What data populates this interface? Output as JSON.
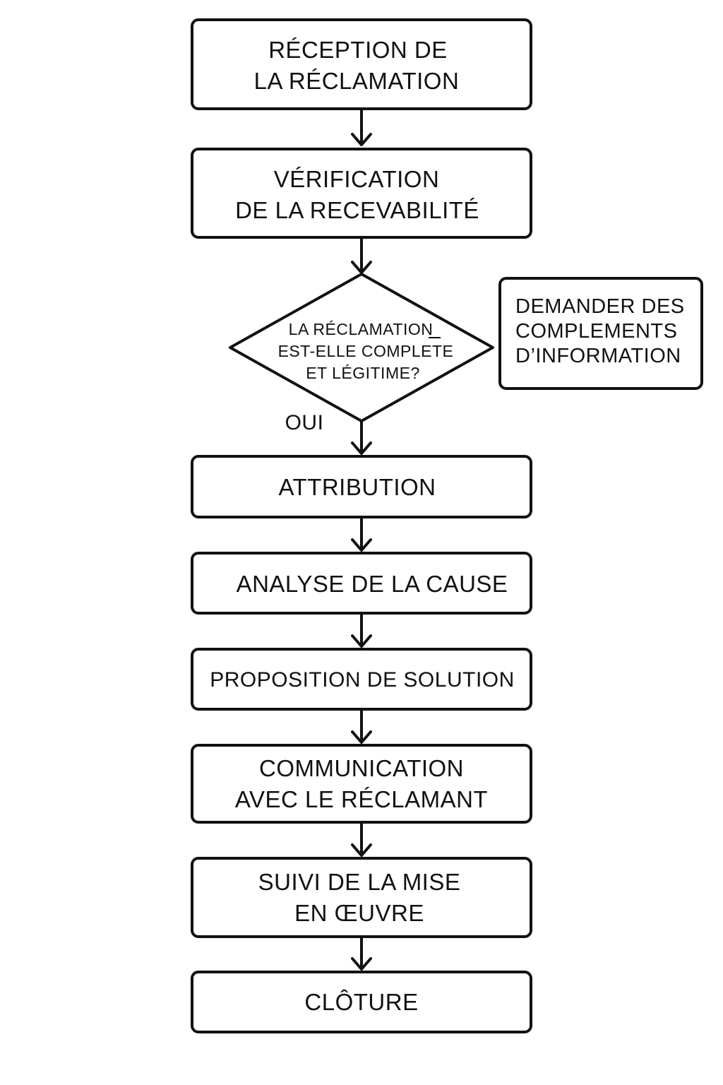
{
  "flowchart": {
    "steps": {
      "reception": {
        "lines": [
          "RÉCEPTION DE",
          "LA RÉCLAMATION"
        ]
      },
      "verification": {
        "lines": [
          "VÉRIFICATION",
          "DE LA RECEVABILITÉ"
        ]
      },
      "attribution": {
        "lines": [
          "ATTRIBUTION"
        ]
      },
      "analyse": {
        "lines": [
          "ANALYSE DE LA CAUSE"
        ]
      },
      "proposition": {
        "lines": [
          "PROPOSITION DE SOLUTION"
        ]
      },
      "communication": {
        "lines": [
          "COMMUNICATION",
          "AVEC LE RÉCLAMANT"
        ]
      },
      "suivi": {
        "lines": [
          "SUIVI DE LA MISE",
          "EN ŒUVRE"
        ]
      },
      "cloture": {
        "lines": [
          "CLÔTURE"
        ]
      }
    },
    "decision": {
      "lines": [
        "LA RÉCLAMATION",
        "EST-ELLE COMPLETE",
        "ET LÉGITIME?"
      ],
      "yes_label": "OUI"
    },
    "side_box": {
      "lines": [
        "DEMANDER DES",
        "COMPLEMENTS",
        "D’INFORMATION"
      ]
    }
  }
}
